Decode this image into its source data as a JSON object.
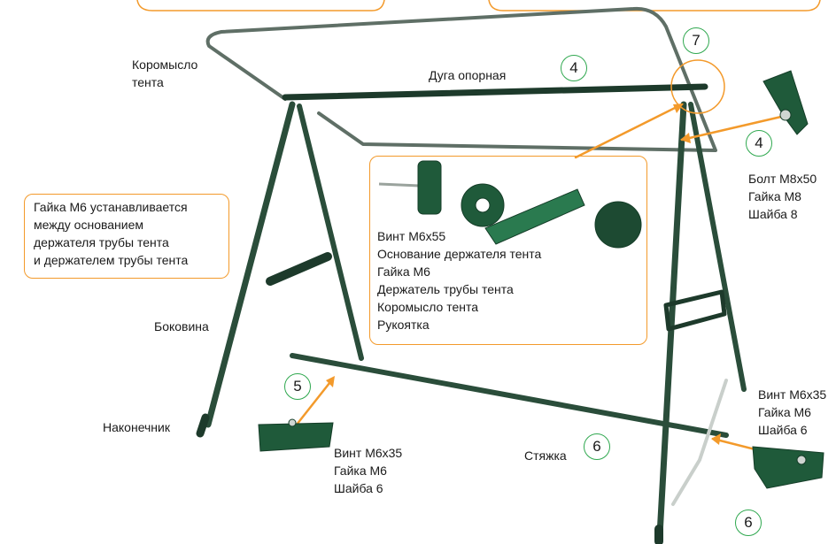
{
  "labels": {
    "canopy_rocker": "Коромысло\nтента",
    "support_arc": "Дуга опорная",
    "side": "Боковина",
    "tip": "Наконечник",
    "tie": "Стяжка"
  },
  "note": {
    "text": "Гайка М6 устанавливается\nмежду основанием\nдержателя трубы тента\nи держателем трубы тента"
  },
  "parts_box": {
    "items": [
      "Винт М6х55",
      "Основание держателя тента",
      "Гайка М6",
      "Держатель трубы тента",
      "Коромысло тента",
      "Рукоятка"
    ]
  },
  "fastener_sets": {
    "bolt_m8": "Болт М8х50\nГайка М8\nШайба 8",
    "screw_left": "Винт М6х35\nГайка М6\nШайба 6",
    "screw_right": "Винт М6х35\nГайка М6\nШайба 6"
  },
  "markers": {
    "m7": "7",
    "m4_top": "4",
    "m4_right": "4",
    "m5": "5",
    "m6_mid": "6",
    "m6_right": "6"
  },
  "colors": {
    "frame": "#2a4d3a",
    "frame_dark": "#1d3a2b",
    "accent": "#f39a2b",
    "marker": "#2fa84f",
    "canopy_frame": "#6f7d74"
  }
}
